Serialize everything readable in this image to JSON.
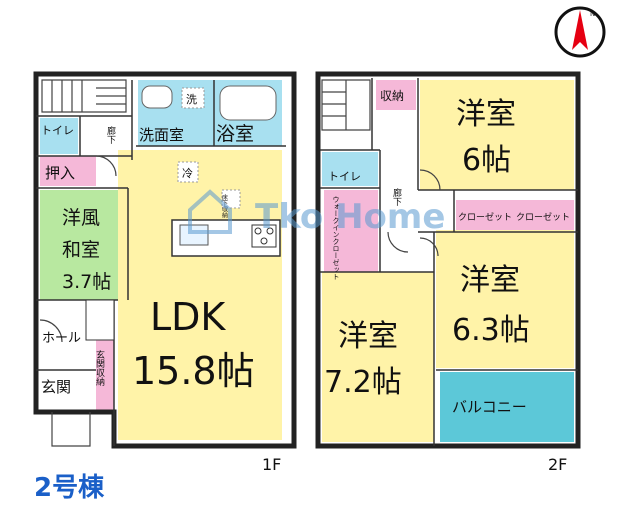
{
  "building_label": "2号棟",
  "watermark": "Tko Home",
  "compass_letter": "N",
  "floor_1f": {
    "floor_label": "1F",
    "rooms": {
      "toilet": "トイレ",
      "corridor": "廊下",
      "washroom": "洗面室",
      "bath": "浴室",
      "washer_mark": "洗",
      "oshiire": "押入",
      "fridge_mark": "冷",
      "pantry": "床下収納",
      "japanese_room_1": "洋風",
      "japanese_room_2": "和室",
      "japanese_room_size": "3.7帖",
      "ldk": "LDK",
      "ldk_size": "15.8帖",
      "hall": "ホール",
      "entrance": "玄関",
      "shoe_storage": "玄関収納"
    }
  },
  "floor_2f": {
    "floor_label": "2F",
    "rooms": {
      "storage": "収納",
      "toilet": "トイレ",
      "corridor": "廊下",
      "room_a": "洋室",
      "room_a_size": "6帖",
      "closet_1": "クローゼット",
      "closet_2": "クローゼット",
      "walkin": "ウォークインクローゼット",
      "room_b": "洋室",
      "room_b_size": "6.3帖",
      "room_c": "洋室",
      "room_c_size": "7.2帖",
      "balcony": "バルコニー"
    }
  },
  "colors": {
    "yellow": "#fff3a8",
    "blue": "#a8e0f0",
    "pink": "#f5b8d8",
    "green": "#b8e8a0",
    "teal": "#5cc8d8",
    "watermark": "#5a9ad0",
    "label_blue": "#1a5fc8"
  }
}
